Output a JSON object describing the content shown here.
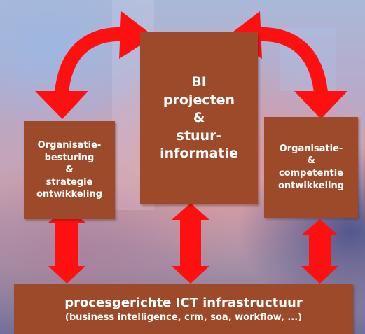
{
  "boxes": {
    "left": {
      "lines": [
        "Organisatie-",
        "besturing",
        "&",
        "strategie",
        "ontwikkeling"
      ]
    },
    "center": {
      "lines": [
        "BI",
        "projecten",
        "&",
        "stuur-",
        "informatie"
      ]
    },
    "right": {
      "lines": [
        "Organisatie-",
        "&",
        "competentie",
        "ontwikkeling"
      ]
    },
    "bottom": {
      "title": "procesgerichte ICT infrastructuur",
      "subtitle": "(business intelligence, crm, soa, workflow, ...)"
    }
  },
  "colors": {
    "box": "#9c4a2a",
    "arrow": "#ff1010",
    "text": "#ffffff"
  }
}
